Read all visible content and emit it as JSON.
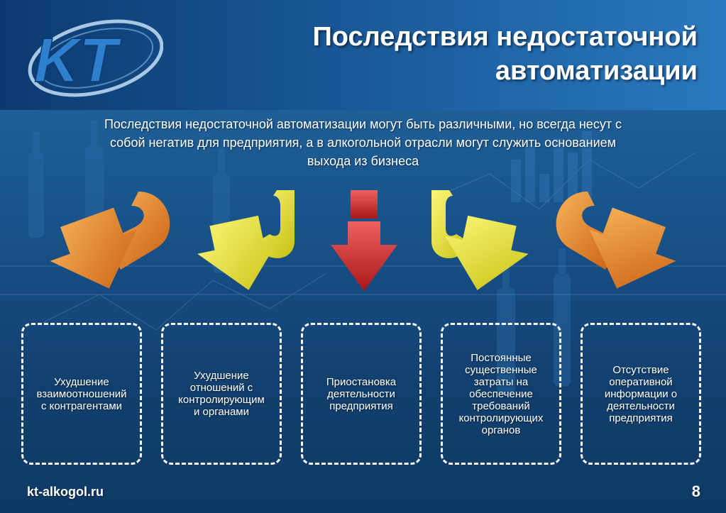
{
  "header": {
    "title_line1": "Последствия недостаточной",
    "title_line2": "автоматизации"
  },
  "logo": {
    "text": "KT",
    "icon": "kt-logo-icon"
  },
  "intro": {
    "line1": "Последствия недостаточной автоматизации могут быть различными, но всегда несут с",
    "line2": "собой негатив для предприятия, а в алкогольной отрасли могут служить основанием",
    "line3": "выхода из бизнеса"
  },
  "arrows": [
    {
      "icon": "curved-arrow-down-left-icon",
      "color": "#e8872a"
    },
    {
      "icon": "curved-arrow-down-left-icon",
      "color": "#e6e21c"
    },
    {
      "icon": "straight-arrow-down-icon",
      "color": "#d42a2a"
    },
    {
      "icon": "curved-arrow-down-right-icon",
      "color": "#e6e21c"
    },
    {
      "icon": "curved-arrow-down-right-icon",
      "color": "#e8872a"
    }
  ],
  "boxes": [
    {
      "lines": [
        "Ухудшение",
        "взаимоотношений",
        "с контрагентами"
      ]
    },
    {
      "lines": [
        "Ухудшение",
        "отношений с",
        "контролирующим",
        "и органами"
      ]
    },
    {
      "lines": [
        "Приостановка",
        "деятельности",
        "предприятия"
      ]
    },
    {
      "lines": [
        "Постоянные",
        "существенные",
        "затраты на",
        "обеспечение",
        "требований",
        "контролирующих",
        "органов"
      ]
    },
    {
      "lines": [
        "Отсутствие",
        "оперативной",
        "информации о",
        "деятельности",
        "предприятия"
      ]
    }
  ],
  "footer": {
    "site": "kt-alkogol.ru",
    "page": "8"
  }
}
